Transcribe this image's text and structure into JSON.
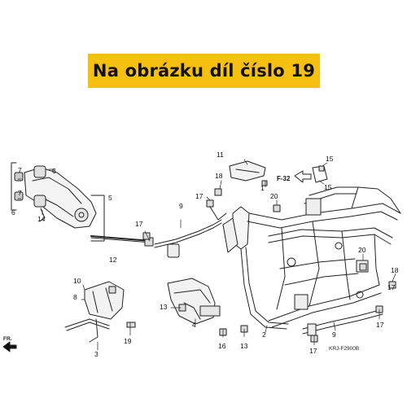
{
  "banner": {
    "text": "Na obrázku díl číslo 19",
    "color": "#f5c010"
  },
  "diagram": {
    "callouts": [
      "1",
      "2",
      "3",
      "4",
      "5",
      "6",
      "6",
      "7",
      "7",
      "8",
      "9",
      "10",
      "11",
      "12",
      "13",
      "13",
      "14",
      "15",
      "15",
      "16",
      "17",
      "17",
      "17",
      "17",
      "17",
      "18",
      "18",
      "19",
      "20",
      "20"
    ],
    "reference_box": "F-32",
    "front_label": "FR.",
    "drawing_code": "KRJ-F2900B"
  }
}
